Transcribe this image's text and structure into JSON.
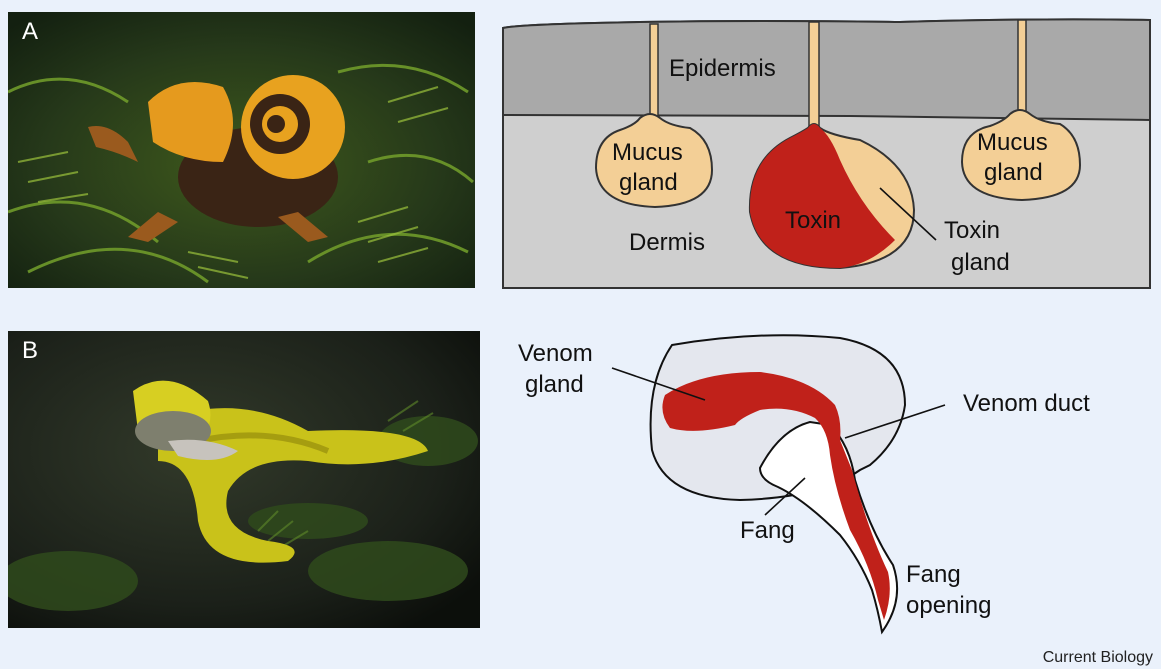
{
  "panels": [
    {
      "letter": "A",
      "photo_icon": "salamander-photo-icon",
      "labels": {
        "epidermis": "Epidermis",
        "dermis": "Dermis",
        "mucus_left": [
          "Mucus",
          "gland"
        ],
        "mucus_right": [
          "Mucus",
          "gland"
        ],
        "toxin": "Toxin",
        "toxin_gland": [
          "Toxin",
          "gland"
        ]
      }
    },
    {
      "letter": "B",
      "photo_icon": "viper-photo-icon",
      "labels": {
        "venom_gland": [
          "Venom",
          "gland"
        ],
        "venom_duct": "Venom duct",
        "fang": "Fang",
        "fang_opening": [
          "Fang",
          "opening"
        ]
      }
    }
  ],
  "credit": "Current Biology",
  "colors": {
    "epidermis": "#a9a9a9",
    "dermis": "#cfcfcf",
    "gland": "#f3cf96",
    "toxin": "#c0211a",
    "venom_head": "#e4e7ee",
    "fang": "#ffffff",
    "background": "#eaf1fb"
  }
}
